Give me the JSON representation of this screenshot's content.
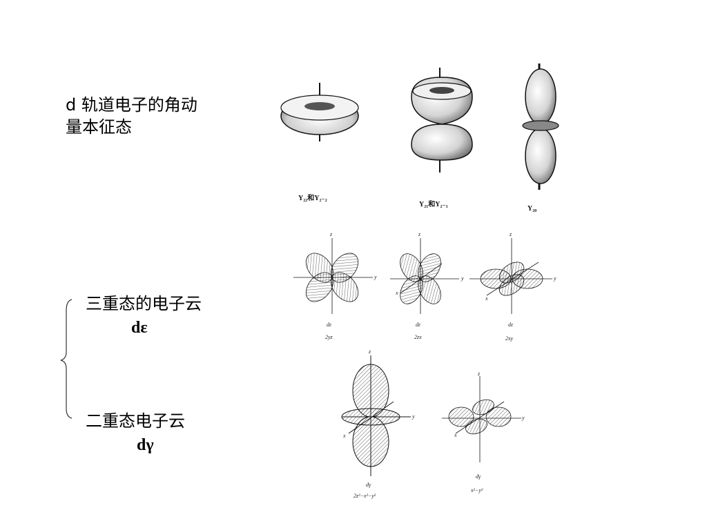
{
  "slide": {
    "title_line1": "d 轨道电子的角动",
    "title_line2": "量本征态",
    "triplet_label": "三重态的电子云",
    "triplet_symbol": "dε",
    "doublet_label": "二重态电子云",
    "doublet_symbol": "dγ"
  },
  "top_row": {
    "captions": [
      "Y₂₂和Y₂₋₂",
      "Y₂₁和Y₂₋₁",
      "Y₂₀"
    ]
  },
  "middle_row": {
    "items": [
      {
        "name": "dε",
        "expr": "2yz"
      },
      {
        "name": "dε",
        "expr": "2zx"
      },
      {
        "name": "dε",
        "expr": "2xy"
      }
    ]
  },
  "bottom_row": {
    "items": [
      {
        "name": "dγ",
        "expr": "2z²−x²−y²"
      },
      {
        "name": "dγ",
        "expr": "x²−y²"
      }
    ]
  },
  "axes": {
    "z": "z",
    "y": "y",
    "x": "x"
  },
  "colors": {
    "ink": "#1a1a1a",
    "shade": "#555555",
    "background": "#ffffff"
  }
}
